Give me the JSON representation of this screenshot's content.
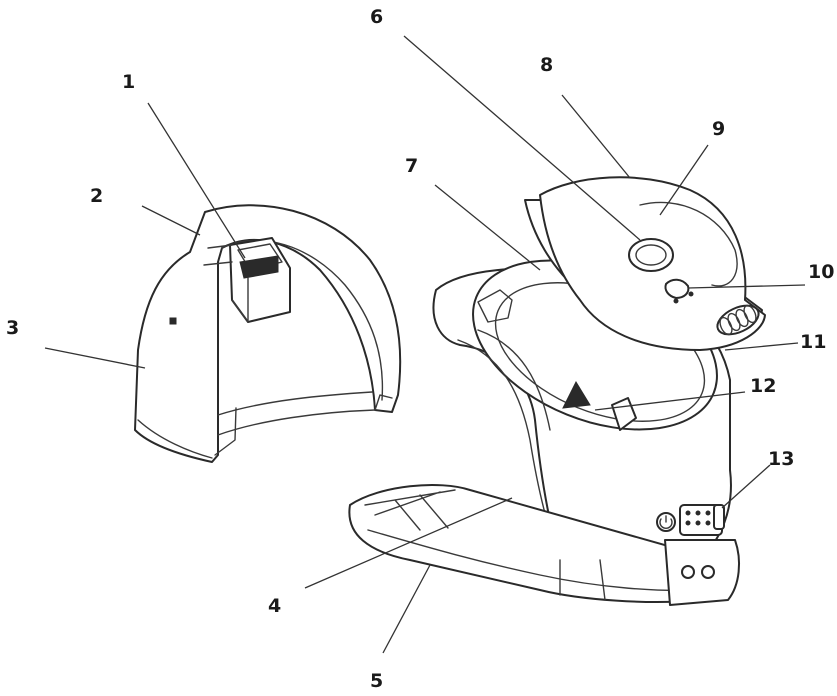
{
  "callouts": [
    {
      "id": "1",
      "label": "1"
    },
    {
      "id": "2",
      "label": "2"
    },
    {
      "id": "3",
      "label": "3"
    },
    {
      "id": "4",
      "label": "4"
    },
    {
      "id": "5",
      "label": "5"
    },
    {
      "id": "6",
      "label": "6"
    },
    {
      "id": "7",
      "label": "7"
    },
    {
      "id": "8",
      "label": "8"
    },
    {
      "id": "9",
      "label": "9"
    },
    {
      "id": "10",
      "label": "10"
    },
    {
      "id": "11",
      "label": "11"
    },
    {
      "id": "12",
      "label": "12"
    },
    {
      "id": "13",
      "label": "13"
    }
  ],
  "colors": {
    "line": "#2a2a2a",
    "fill": "#ffffff"
  }
}
